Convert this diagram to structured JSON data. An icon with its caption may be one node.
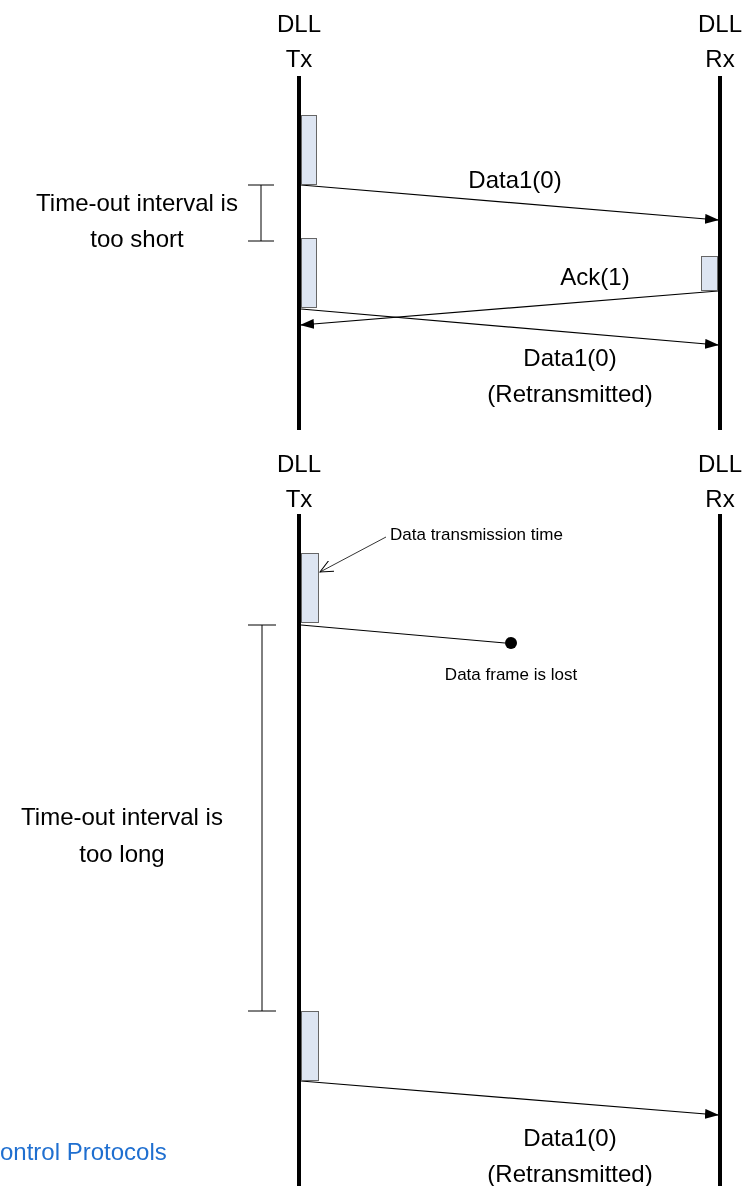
{
  "diagram": {
    "nodes": [
      {
        "text": [
          "DLL Tx"
        ]
      },
      {
        "text": [
          "DLL Rx"
        ]
      },
      {
        "text": [],
        "shape": "box"
      },
      {
        "text": [],
        "shape": "box"
      },
      {
        "text": [],
        "shape": "box"
      },
      {
        "text": [
          "DLL Tx"
        ]
      },
      {
        "text": [
          "DLL Rx"
        ]
      },
      {
        "text": [],
        "shape": "box"
      },
      {
        "text": [],
        "shape": "box"
      },
      {
        "text": [
          "Data transmission time"
        ]
      },
      {
        "text": [],
        "shape": "circle",
        "beside": [
          "Data frame is lost"
        ]
      }
    ],
    "edges": [
      {
        "from": 0,
        "to": 1,
        "arrow": "to",
        "label": "Data1(0)"
      },
      {
        "from": 1,
        "to": 0,
        "arrow": "to",
        "label": "Ack(1)"
      },
      {
        "from": 0,
        "to": 1,
        "arrow": "to",
        "label": "Data1(0) (Retransmitted)"
      },
      {
        "from": 9,
        "to": 7,
        "arrow": "to"
      },
      {
        "from": 5,
        "to": 10,
        "arrow": "none"
      },
      {
        "from": 5,
        "to": 6,
        "arrow": "to",
        "label": "Data1(0) (Retransmitted)"
      }
    ],
    "labels": [
      "Time-out interval is too short",
      "Time-out interval is too long",
      "ontrol Protocols"
    ]
  }
}
